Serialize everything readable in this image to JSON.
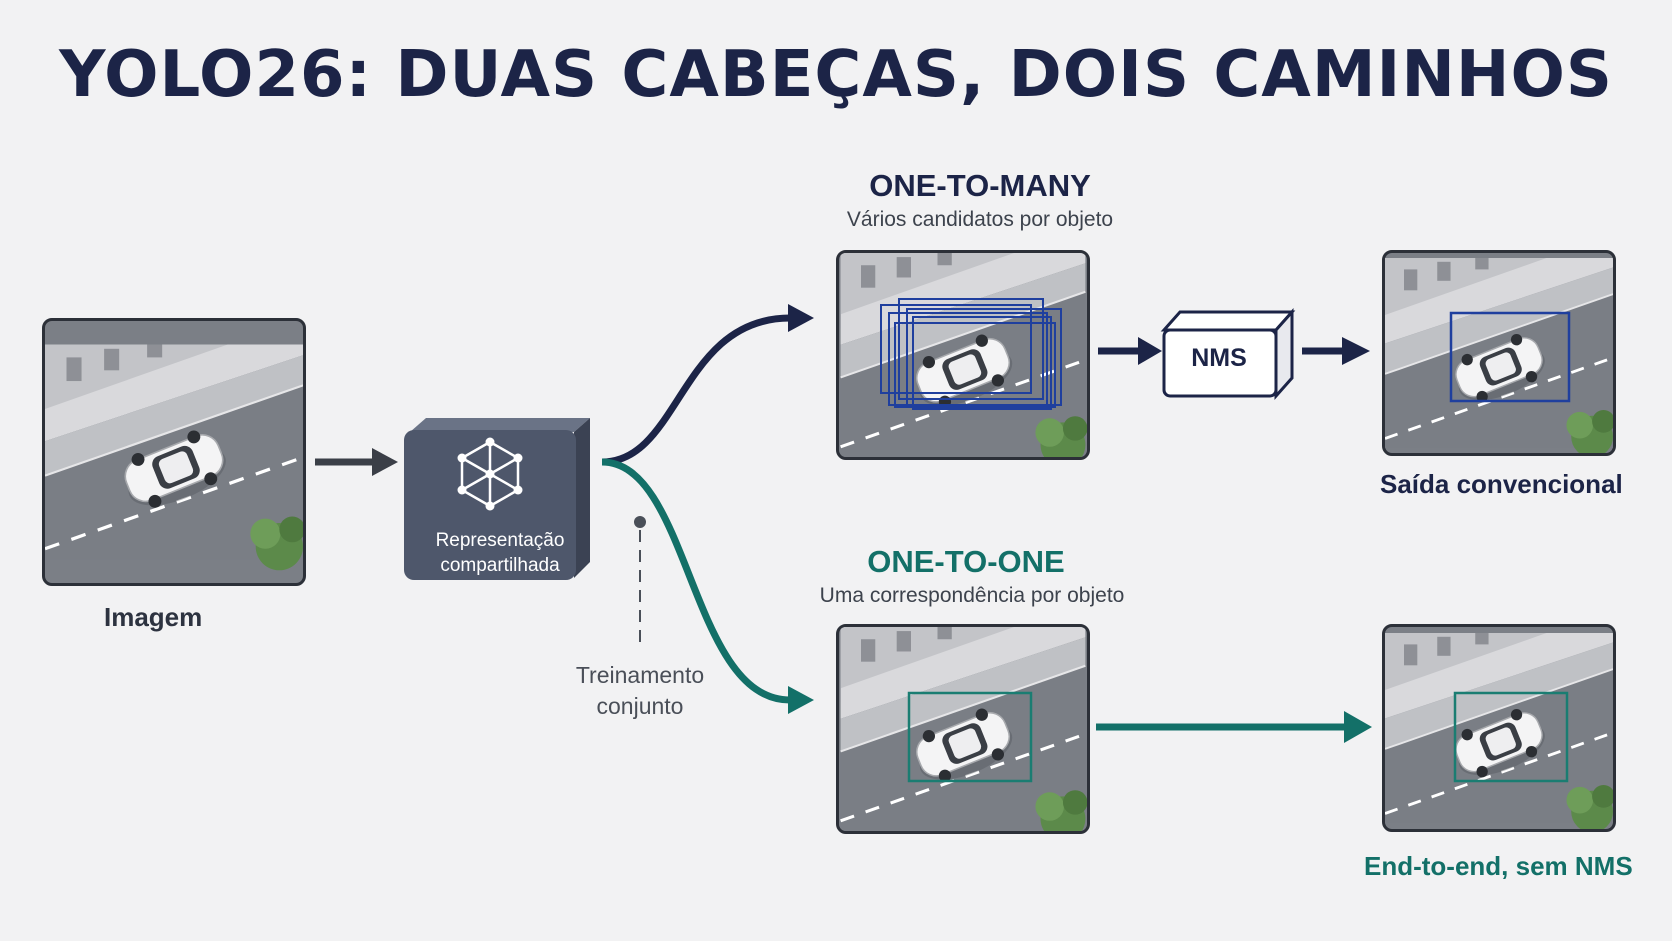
{
  "title": "YOLO26: DUAS CABEÇAS, DOIS CAMINHOS",
  "input": {
    "label": "Imagem"
  },
  "shared": {
    "label_line1": "Representação",
    "label_line2": "compartilhada",
    "icon": "network-cube-icon"
  },
  "training": {
    "line1": "Treinamento",
    "line2": "conjunto"
  },
  "one_to_many": {
    "title": "ONE-TO-MANY",
    "subtitle": "Vários candidatos por objeto",
    "nms_label": "NMS",
    "output_label": "Saída convencional"
  },
  "one_to_one": {
    "title": "ONE-TO-ONE",
    "subtitle": "Uma correspondência por objeto",
    "output_label": "End-to-end, sem NMS"
  },
  "colors": {
    "navy": "#1c2447",
    "teal": "#137068",
    "box_gray": "#4a5468",
    "text_dark": "#2d3340"
  }
}
